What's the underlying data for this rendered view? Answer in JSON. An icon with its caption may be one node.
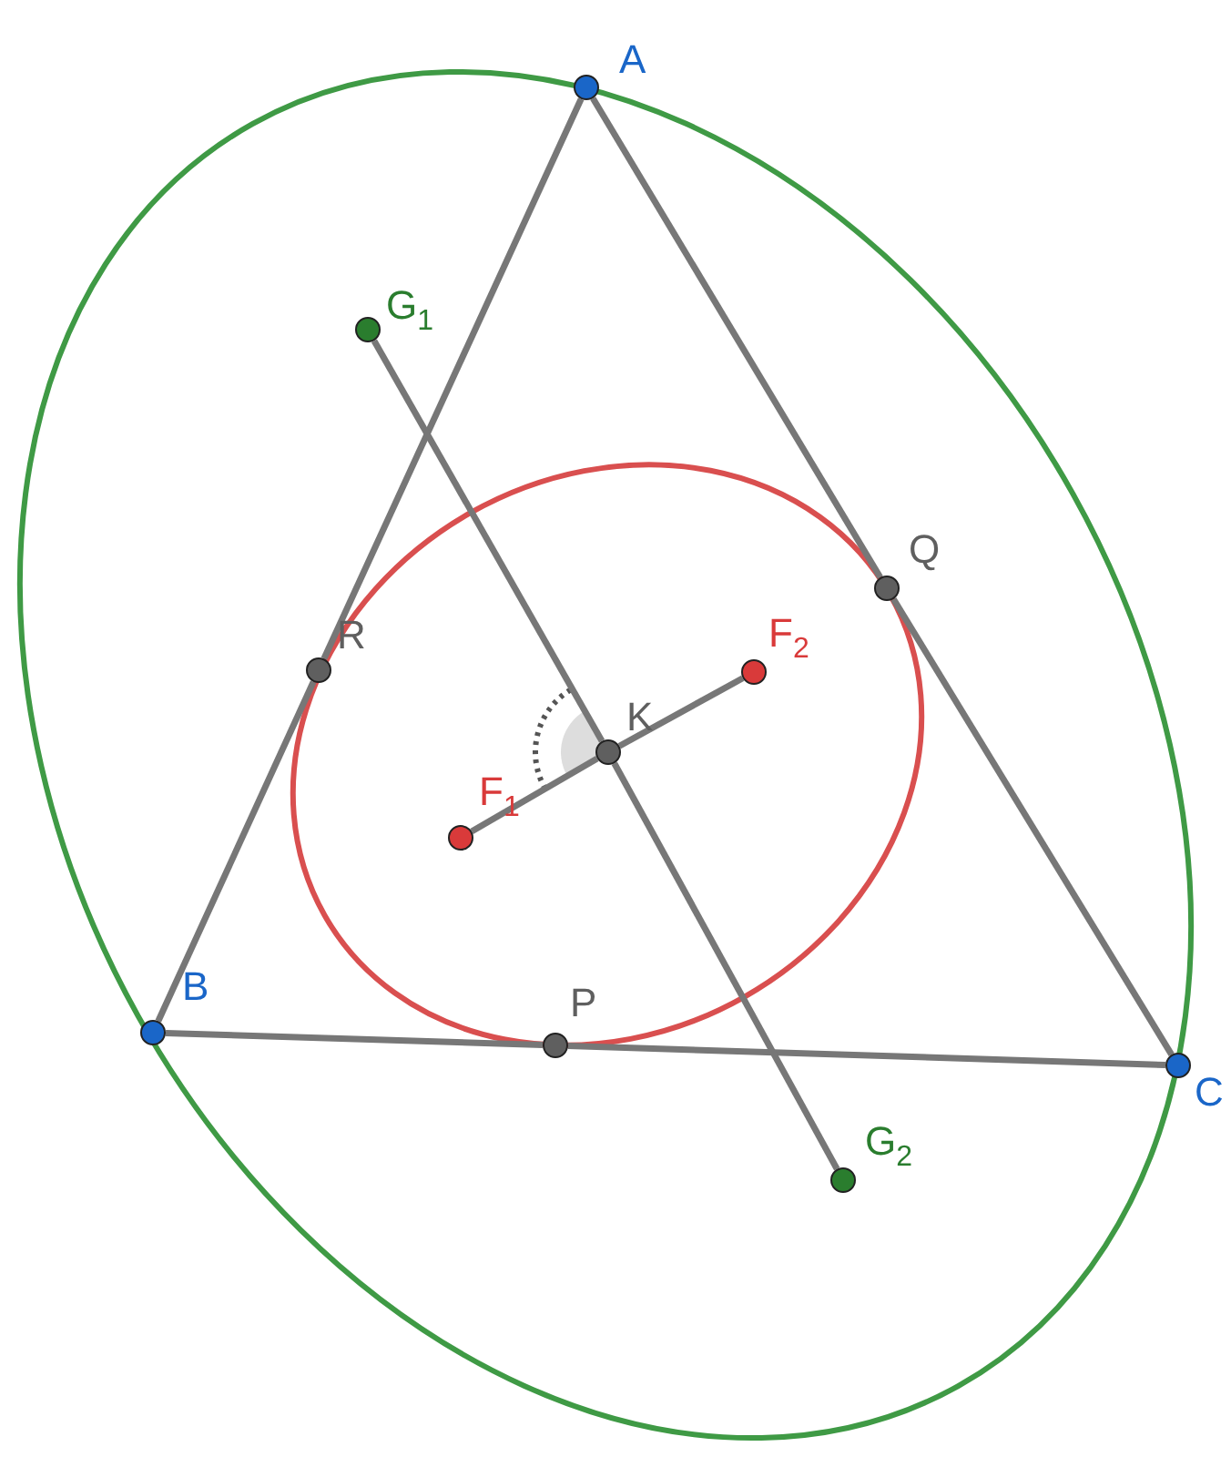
{
  "diagram": {
    "nodes": [
      {
        "text": [
          "A"
        ]
      },
      {
        "text": [
          "G$_{1}$"
        ]
      },
      {
        "text": [
          "Q"
        ]
      },
      {
        "text": [
          "R"
        ]
      },
      {
        "text": [
          "F$_{2}$"
        ]
      },
      {
        "text": [
          "K"
        ]
      },
      {
        "text": [
          "F$_{1}$"
        ]
      },
      {
        "text": [
          "B"
        ]
      },
      {
        "text": [
          "P"
        ]
      },
      {
        "text": [
          "C"
        ]
      },
      {
        "text": [
          "G$_{2}$"
        ]
      }
    ],
    "edges": [
      {
        "from": 0,
        "to": 3,
        "arrow": "none"
      },
      {
        "from": 3,
        "to": 7,
        "arrow": "none"
      },
      {
        "from": 7,
        "to": 8,
        "arrow": "none"
      },
      {
        "from": 8,
        "to": 9,
        "arrow": "none"
      },
      {
        "from": 9,
        "to": 2,
        "arrow": "none"
      },
      {
        "from": 2,
        "to": 0,
        "arrow": "none"
      },
      {
        "from": 1,
        "to": 5,
        "arrow": "none"
      },
      {
        "from": 5,
        "to": 10,
        "arrow": "none"
      },
      {
        "from": 6,
        "to": 5,
        "arrow": "none"
      },
      {
        "from": 5,
        "to": 4,
        "arrow": "none"
      }
    ]
  }
}
